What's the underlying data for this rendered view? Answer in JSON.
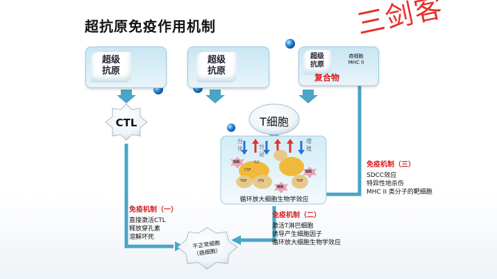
{
  "title": "超抗原免疫作用机制",
  "watermark": "三剑客",
  "boxes": {
    "left_superantigen": "超级\n抗原",
    "mid_superantigen": "超级\n抗原",
    "right_superantigen": "超级\n抗原",
    "apc": "癌细胞\nMHC II",
    "complex": "复合物"
  },
  "cells": {
    "ctl": "CTL",
    "t_cell": "T细胞",
    "tumor": "不正常细胞\n（癌细胞）"
  },
  "t_panel": {
    "differentiate": "分化",
    "secrete": "分泌",
    "proliferate": "增殖",
    "nk": "NK",
    "il2": "IL2",
    "csf": "CSF",
    "tnf": "TNF",
    "ifn": "IFN",
    "caption": "循环放大细胞生物学效应"
  },
  "mechanisms": [
    {
      "heading": "免疫机制（一）",
      "lines": [
        "直接激活CTL",
        "释放穿孔素",
        "溶解坏死"
      ]
    },
    {
      "heading": "免疫机制（二）",
      "lines": [
        "激活T淋巴细胞",
        "诱导产生细胞因子",
        "循环放大细胞生物学效应"
      ]
    },
    {
      "heading": "免疫机制（三）",
      "lines": [
        "SDCC效应",
        "特异性地杀伤",
        "MHC II 类分子的靶细胞"
      ]
    }
  ],
  "colors": {
    "arrow": "#4aa5c6",
    "heading": "#d61f1f",
    "up_arrow": "#e03030",
    "down_arrow": "#2a6fd6"
  }
}
